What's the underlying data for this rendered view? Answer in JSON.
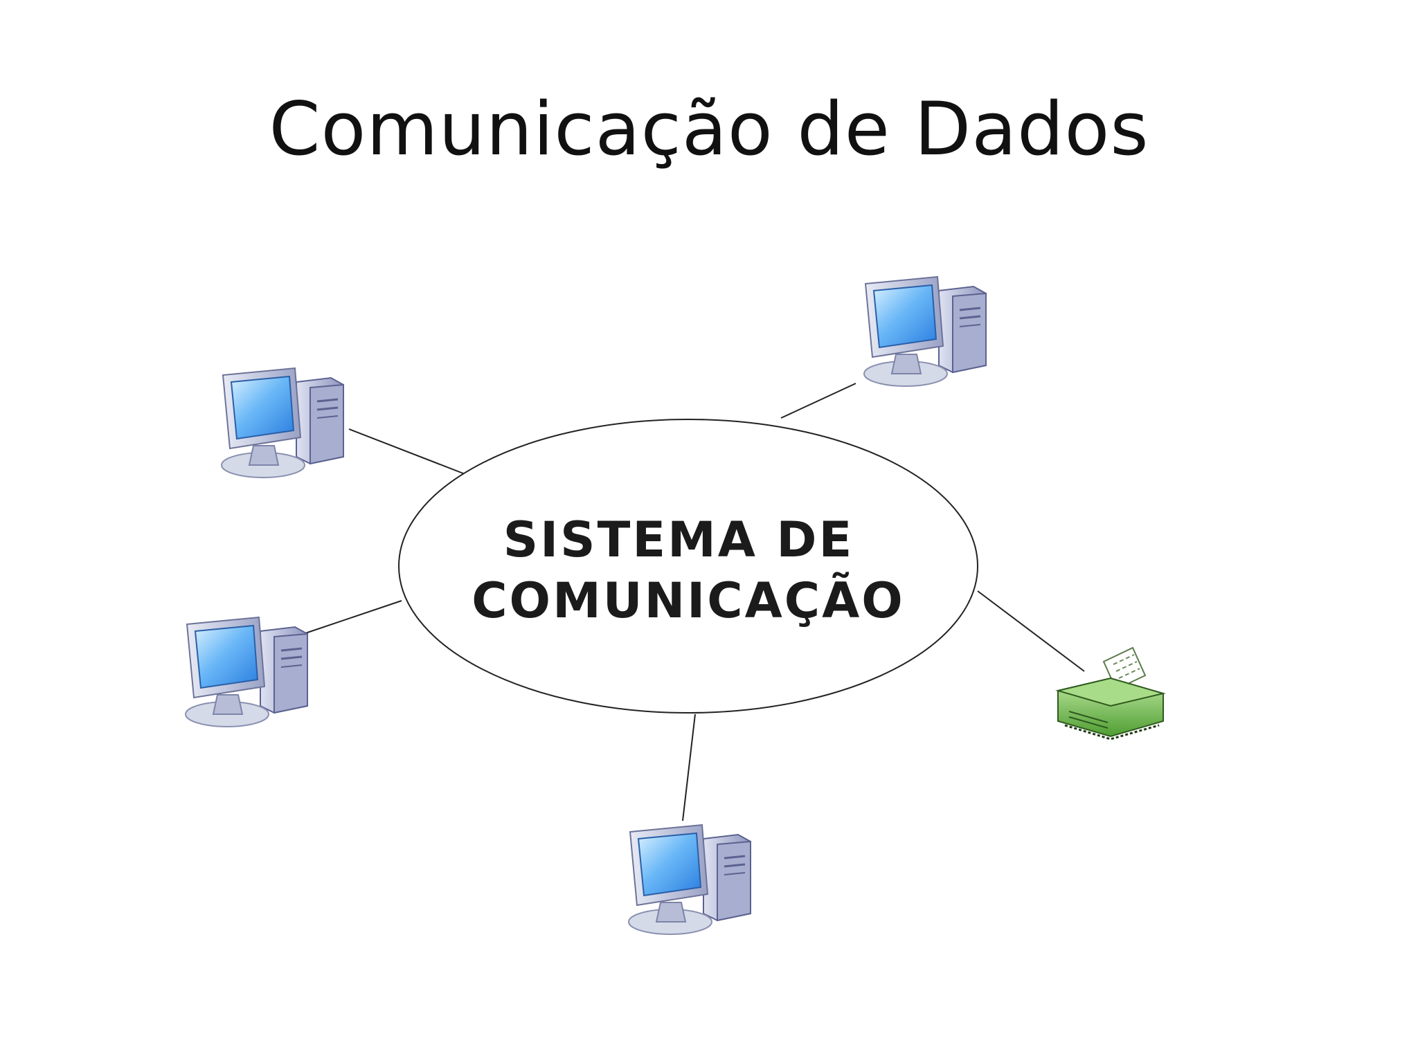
{
  "slide": {
    "title": "Comunicação de Dados"
  },
  "diagram": {
    "center_label_line1": "SISTEMA DE",
    "center_label_line2": "COMUNICAÇÃO",
    "nodes": [
      {
        "name": "computer-icon-top-right",
        "type": "computer"
      },
      {
        "name": "computer-icon-upper-left",
        "type": "computer"
      },
      {
        "name": "computer-icon-lower-left",
        "type": "computer"
      },
      {
        "name": "computer-icon-bottom",
        "type": "computer"
      },
      {
        "name": "printer-icon",
        "type": "printer"
      }
    ],
    "colors": {
      "monitor_screen": "#5aa9f5",
      "monitor_body": "#c9d3e6",
      "tower": "#b9bfdc",
      "printer": "#6fbf4a",
      "lines": "#222222"
    }
  }
}
